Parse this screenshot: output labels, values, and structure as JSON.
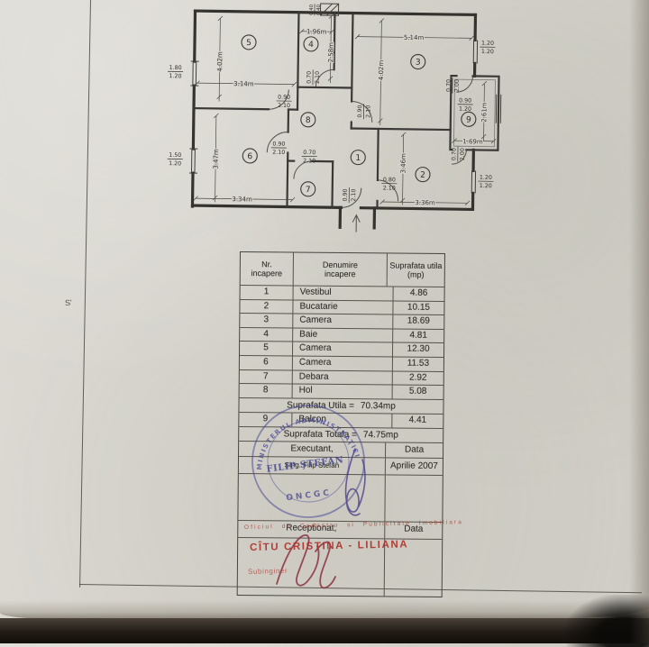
{
  "note": {
    "margin": "S'"
  },
  "plan": {
    "rooms": {
      "r1": "1",
      "r2": "2",
      "r3": "3",
      "r4": "4",
      "r5": "5",
      "r6": "6",
      "r7": "7",
      "r8": "8",
      "r9": "9"
    },
    "dims": {
      "room5_w": "3.14m",
      "room5_h": "4.02m",
      "room4_w": "1.96m",
      "room4_h": "2.58m",
      "room3_w": "5.14m",
      "room3_h": "4.02m",
      "room6_w": "3.34m",
      "room6_h": "3.47m",
      "room2_w": "3.36m",
      "room2_h": "3.46m",
      "room9_w": "1.69m",
      "room9_h": "2.61m"
    },
    "openings": {
      "win_left_top": {
        "w": "1.80",
        "h": "1.20"
      },
      "win_left_bottom": {
        "w": "1.50",
        "h": "1.20"
      },
      "shaft": {
        "w": "0.40",
        "h": "0.40"
      },
      "win_right_top": {
        "w": "1.20",
        "h": "1.20"
      },
      "win_right_bottom": {
        "w": "1.20",
        "h": "1.20"
      },
      "win_balcony": {
        "w": "0.90",
        "h": "1.20"
      },
      "door_balcony_top": {
        "w": "0.70",
        "h": "2.00"
      },
      "door_balcony_bottom": {
        "w": "0.70",
        "h": "2.00"
      },
      "door_room4": {
        "w": "0.70",
        "h": "2.10"
      },
      "door_hall": {
        "w": "0.90",
        "h": "2.10"
      },
      "door_room3": {
        "w": "0.90",
        "h": "2.10"
      },
      "door_room6": {
        "w": "0.90",
        "h": "2.10"
      },
      "door_room7": {
        "w": "0.70",
        "h": "2.10"
      },
      "door_room2": {
        "w": "0.80",
        "h": "2.10"
      },
      "door_entry": {
        "w": "0.90",
        "h": "2.10"
      }
    }
  },
  "table": {
    "header": {
      "col1_l1": "Nr.",
      "col1_l2": "incapere",
      "col2_l1": "Denumire",
      "col2_l2": "incapere",
      "col3_l1": "Suprafata utila",
      "col3_l2": "(mp)"
    },
    "rows": [
      {
        "nr": "1",
        "name": "Vestibul",
        "area": "4.86"
      },
      {
        "nr": "2",
        "name": "Bucatarie",
        "area": "10.15"
      },
      {
        "nr": "3",
        "name": "Camera",
        "area": "18.69"
      },
      {
        "nr": "4",
        "name": "Baie",
        "area": "4.81"
      },
      {
        "nr": "5",
        "name": "Camera",
        "area": "12.30"
      },
      {
        "nr": "6",
        "name": "Camera",
        "area": "11.53"
      },
      {
        "nr": "7",
        "name": "Debara",
        "area": "2.92"
      },
      {
        "nr": "8",
        "name": "Hol",
        "area": "5.08"
      }
    ],
    "utila": {
      "label": "Suprafata Utila =",
      "value": "70.34mp"
    },
    "balcon": {
      "nr": "9",
      "name": "Balcon",
      "area": "4.41"
    },
    "totala": {
      "label": "Suprafata Totala =",
      "value": "74.75mp"
    },
    "executant": {
      "label": "Executant,",
      "data_label": "Data",
      "name": "Sing. Filip Stefan",
      "date": "Aprilie 2007"
    },
    "receptionat": {
      "label": "Receptionat,",
      "data_label": "Data"
    }
  },
  "stamps": {
    "blue": {
      "ring": "MINISTERUL ADMINISTRAŢIEI PUBLICE",
      "name": "FILIP ŞTEFAN",
      "org": "ONCGC"
    },
    "red": {
      "office": "Oficiul de Cadastru si Publicitate Imobiliara",
      "name": "CÎTU CRISTINA - LILIANA",
      "title": "Subinginer"
    }
  },
  "colors": {
    "stamp_blue": "#3d3e8f",
    "stamp_red": "#b23a2e",
    "ink": "#35332e",
    "paper": "#d8d6cf"
  }
}
